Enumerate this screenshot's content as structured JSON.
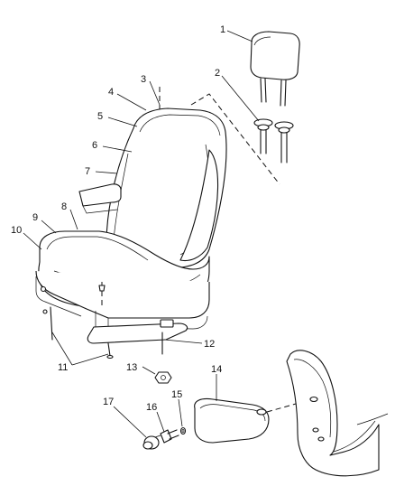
{
  "callouts": [
    {
      "id": "1",
      "label": "1"
    },
    {
      "id": "2",
      "label": "2"
    },
    {
      "id": "3",
      "label": "3"
    },
    {
      "id": "4",
      "label": "4"
    },
    {
      "id": "5",
      "label": "5"
    },
    {
      "id": "6",
      "label": "6"
    },
    {
      "id": "7",
      "label": "7"
    },
    {
      "id": "8",
      "label": "8"
    },
    {
      "id": "9",
      "label": "9"
    },
    {
      "id": "10",
      "label": "10"
    },
    {
      "id": "11",
      "label": "11"
    },
    {
      "id": "12",
      "label": "12"
    },
    {
      "id": "13",
      "label": "13"
    },
    {
      "id": "14",
      "label": "14"
    },
    {
      "id": "15",
      "label": "15"
    },
    {
      "id": "16",
      "label": "16"
    },
    {
      "id": "17",
      "label": "17"
    }
  ]
}
